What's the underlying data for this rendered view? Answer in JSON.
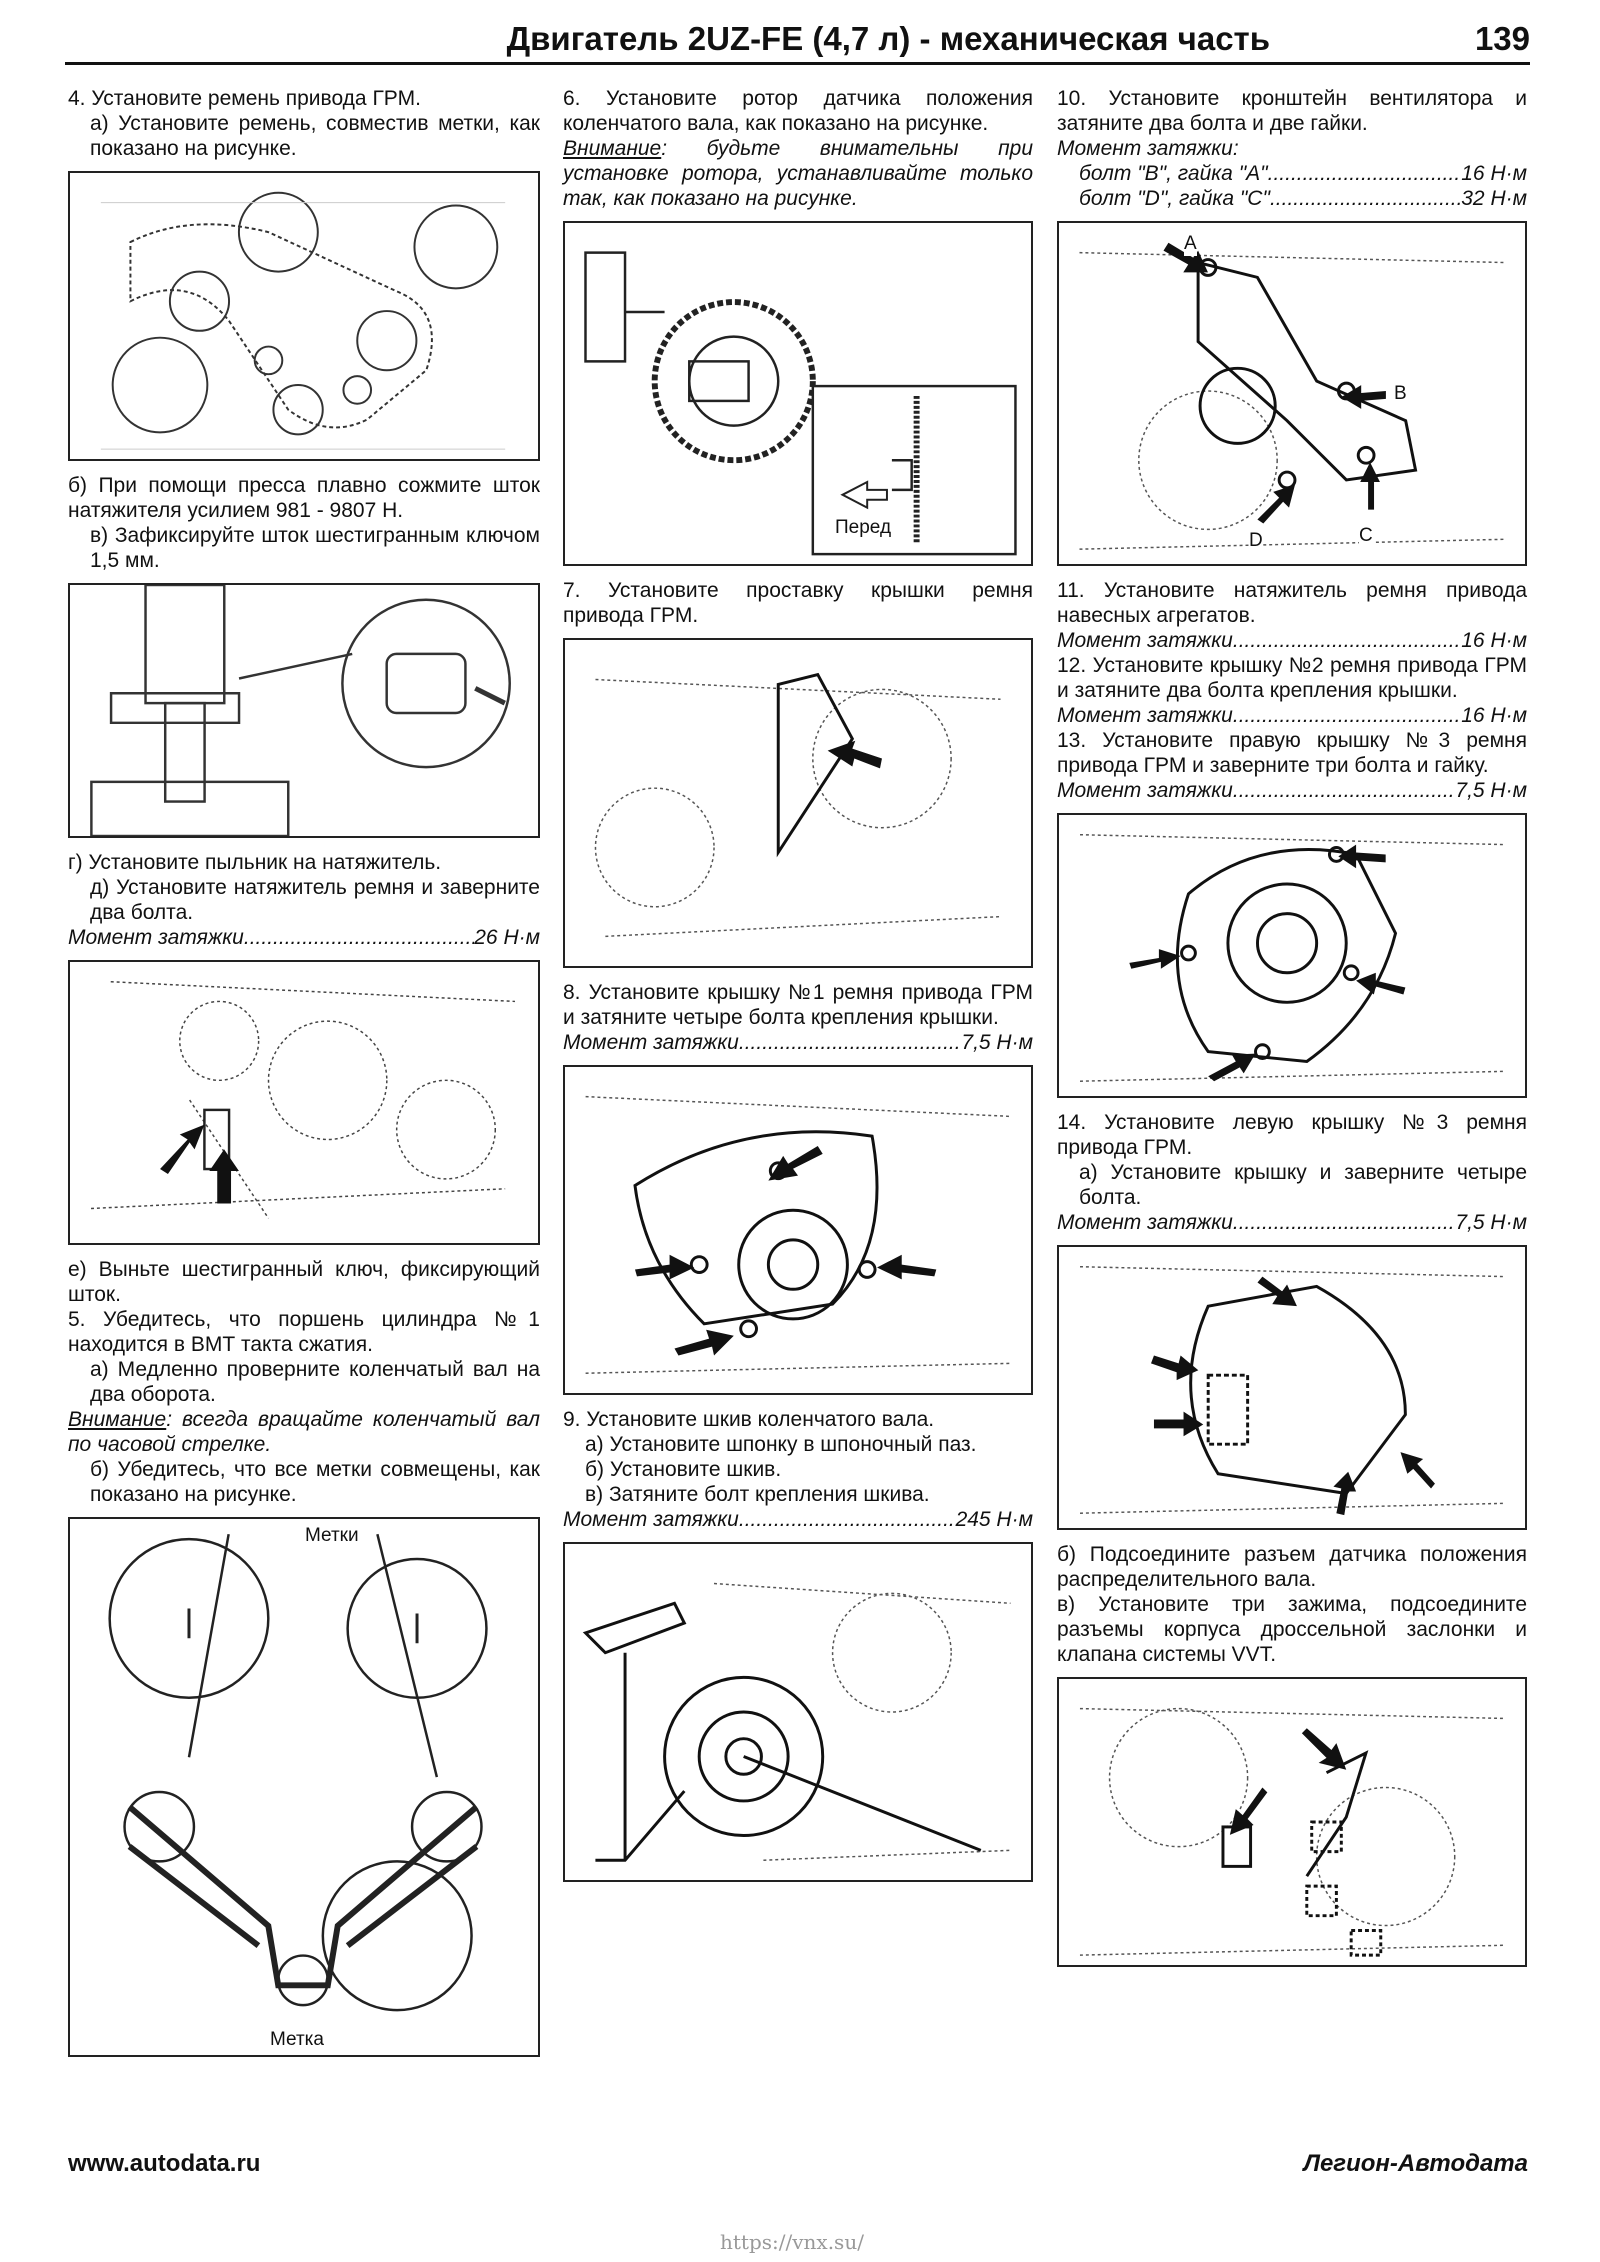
{
  "header": {
    "title": "Двигатель 2UZ-FE (4,7 л) - механическая часть",
    "page": "139"
  },
  "col1": {
    "s4": "4. Установите ремень привода ГРМ.",
    "s4a": "а) Установите ремень, совместив метки, как показано на рисунке.",
    "s4b": "б) При помощи пресса плавно сожмите шток натяжителя усилием 981 - 9807 Н.",
    "s4v": "в) Зафиксируйте шток шестигранным ключом 1,5 мм.",
    "s4g": "г) Установите пыльник на натяжитель.",
    "s4d": "д) Установите натяжитель ремня и заверните два болта.",
    "t1": {
      "label": "Момент затяжки",
      "value": "26 Н·м"
    },
    "s4e": "е) Выньте шестигранный ключ, фиксирующий шток.",
    "s5": "5. Убедитесь, что поршень цилиндра №1 находится в ВМТ такта сжатия.",
    "s5a": "а) Медленно проверните коленчатый вал на два оборота.",
    "warn_label": "Внимание",
    "warn_text": ": всегда вращайте коленчатый вал по часовой стрелке.",
    "s5b": "б) Убедитесь, что все метки совмещены, как показано на рисунке.",
    "fig_marks_top": "Метки",
    "fig_mark_bottom": "Метка"
  },
  "col2": {
    "s6": "6. Установите ротор датчика положения коленчатого вала, как показано на рисунке.",
    "warn_label": "Внимание",
    "warn_text": ": будьте внимательны при установке ротора, устанавливайте только так, как показано на рисунке.",
    "fig_front": "Перед",
    "s7": "7. Установите проставку крышки ремня привода ГРМ.",
    "s8": "8. Установите крышку №1 ремня привода ГРМ и затяните четыре болта крепления крышки.",
    "t1": {
      "label": "Момент затяжки",
      "value": "7,5 Н·м"
    },
    "s9": "9. Установите шкив коленчатого вала.",
    "s9a": "а) Установите шпонку в шпоночный паз.",
    "s9b": "б) Установите шкив.",
    "s9v": "в) Затяните болт крепления шкива.",
    "t2": {
      "label": "Момент затяжки",
      "value": "245 Н·м"
    }
  },
  "col3": {
    "s10": "10. Установите кронштейн вентилятора и затяните два болта и две гайки.",
    "t_head": "Момент затяжки:",
    "t1": {
      "label": "болт \"B\", гайка \"A\"",
      "value": "16 Н·м"
    },
    "t2": {
      "label": "болт \"D\", гайка \"C\"",
      "value": "32 Н·м"
    },
    "fig_labels": [
      "A",
      "B",
      "C",
      "D"
    ],
    "s11": "11. Установите натяжитель ремня привода навесных агрегатов.",
    "t3": {
      "label": "Момент затяжки",
      "value": "16 Н·м"
    },
    "s12": "12. Установите крышку №2 ремня привода ГРМ и затяните два болта крепления крышки.",
    "t4": {
      "label": "Момент затяжки",
      "value": "16 Н·м"
    },
    "s13": "13. Установите правую крышку №3 ремня привода ГРМ и заверните три болта и гайку.",
    "t5": {
      "label": "Момент затяжки",
      "value": "7,5 Н·м"
    },
    "s14": "14. Установите левую крышку №3 ремня привода ГРМ.",
    "s14a": "а) Установите крышку и заверните четыре болта.",
    "t6": {
      "label": "Момент затяжки",
      "value": "7,5 Н·м"
    },
    "s14b": "б) Подсоедините разъем датчика положения распределительного вала.",
    "s14v": "в) Установите три зажима, подсоедините разъемы корпуса дроссельной заслонки и клапана системы VVT."
  },
  "footer": {
    "left": "www.autodata.ru",
    "right": "Легион-Автодата",
    "watermark": "https://vnx.su/"
  }
}
